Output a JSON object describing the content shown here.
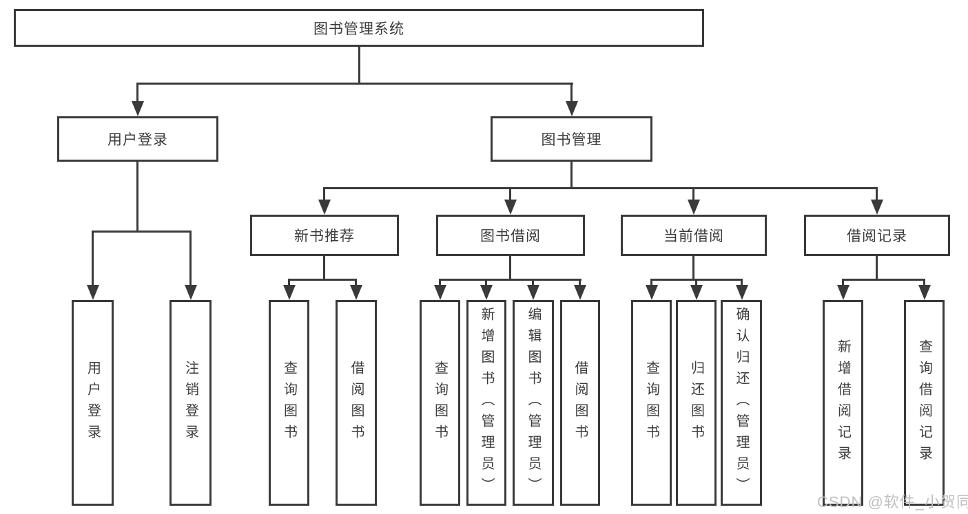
{
  "diagram": {
    "title": "图书管理系统",
    "root": {
      "label": "图书管理系统"
    },
    "level2": [
      {
        "label": "用户登录"
      },
      {
        "label": "图书管理"
      }
    ],
    "level3": [
      {
        "label": "新书推荐"
      },
      {
        "label": "图书借阅"
      },
      {
        "label": "当前借阅"
      },
      {
        "label": "借阅记录"
      }
    ],
    "leaves": {
      "user_login": [
        "用户登录",
        "注销登录"
      ],
      "new_book": [
        "查询图书",
        "借阅图书"
      ],
      "book_borrow": [
        "查询图书",
        "新增图书（管理员）",
        "编辑图书（管理员）",
        "借阅图书"
      ],
      "current_borrow": [
        "查询图书",
        "归还图书",
        "确认归还（管理员）"
      ],
      "borrow_records": [
        "新增借阅记录",
        "查询借阅记录"
      ]
    },
    "colors": {
      "line": "#3a3a3a",
      "text": "#3c3c3c",
      "watermark": "#c0c0c0"
    },
    "watermark": "CSDN @软件_小贺同学"
  }
}
